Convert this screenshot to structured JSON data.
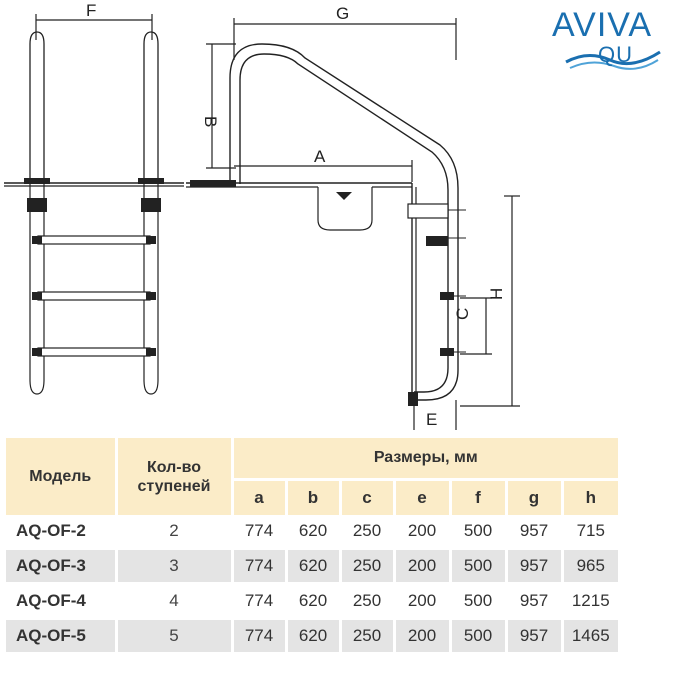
{
  "logo": {
    "line1": "AVIVA",
    "line2": "QU",
    "lead_letter": "A"
  },
  "dimensions": {
    "F": "F",
    "G": "G",
    "B": "B",
    "A": "A",
    "C": "C",
    "H": "H",
    "E": "E"
  },
  "table": {
    "model_header": "Модель",
    "steps_header": "Кол-во ступеней",
    "sizes_header": "Размеры, мм",
    "columns": [
      "a",
      "b",
      "c",
      "e",
      "f",
      "g",
      "h"
    ],
    "rows": [
      {
        "model": "AQ-OF-2",
        "steps": "2",
        "values": [
          "774",
          "620",
          "250",
          "200",
          "500",
          "957",
          "715"
        ]
      },
      {
        "model": "AQ-OF-3",
        "steps": "3",
        "values": [
          "774",
          "620",
          "250",
          "200",
          "500",
          "957",
          "965"
        ]
      },
      {
        "model": "AQ-OF-4",
        "steps": "4",
        "values": [
          "774",
          "620",
          "250",
          "200",
          "500",
          "957",
          "1215"
        ]
      },
      {
        "model": "AQ-OF-5",
        "steps": "5",
        "values": [
          "774",
          "620",
          "250",
          "200",
          "500",
          "957",
          "1465"
        ]
      }
    ]
  },
  "colors": {
    "header_bg": "#fbecc8",
    "stripe_bg": "#e4e4e4",
    "logo_blue": "#1a6fb0"
  }
}
